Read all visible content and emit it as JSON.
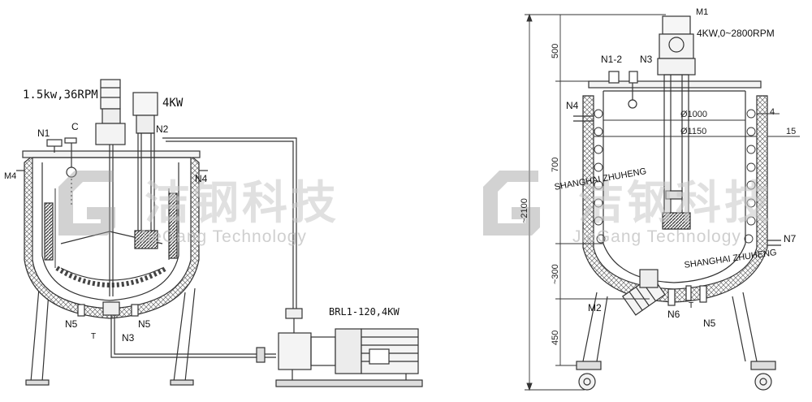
{
  "left_drawing": {
    "motor_label": "1.5kw,36RPM",
    "motor2_label": "4KW",
    "pump_label": "BRL1-120,4KW",
    "nozzles": {
      "n1": "N1",
      "c": "C",
      "n2": "N2",
      "m4": "M4",
      "n4": "N4",
      "n5a": "N5",
      "n5b": "N5",
      "t": "T",
      "n3": "N3"
    }
  },
  "right_drawing": {
    "motor_tag": "M1",
    "motor_label": "4KW,0~2800RPM",
    "nozzles": {
      "n12": "N1-2",
      "n3": "N3",
      "n4": "N4",
      "n6": "N6",
      "n5": "N5",
      "n7": "N7",
      "m2": "M2",
      "t": "T"
    },
    "dimensions": {
      "d1": "500",
      "d2": "700",
      "d3": "~300",
      "d4": "450",
      "total": "~2100",
      "dia_inner": "Ø1000",
      "dia_outer": "Ø1150",
      "t1": "4",
      "t2": "15"
    },
    "wall_text_1": "SHANGHAI ZHUHENG",
    "wall_text_2": "SHANGHAI ZHUHENG"
  },
  "watermark": {
    "cn": "洁钢科技",
    "en": "JieGang Technology"
  }
}
